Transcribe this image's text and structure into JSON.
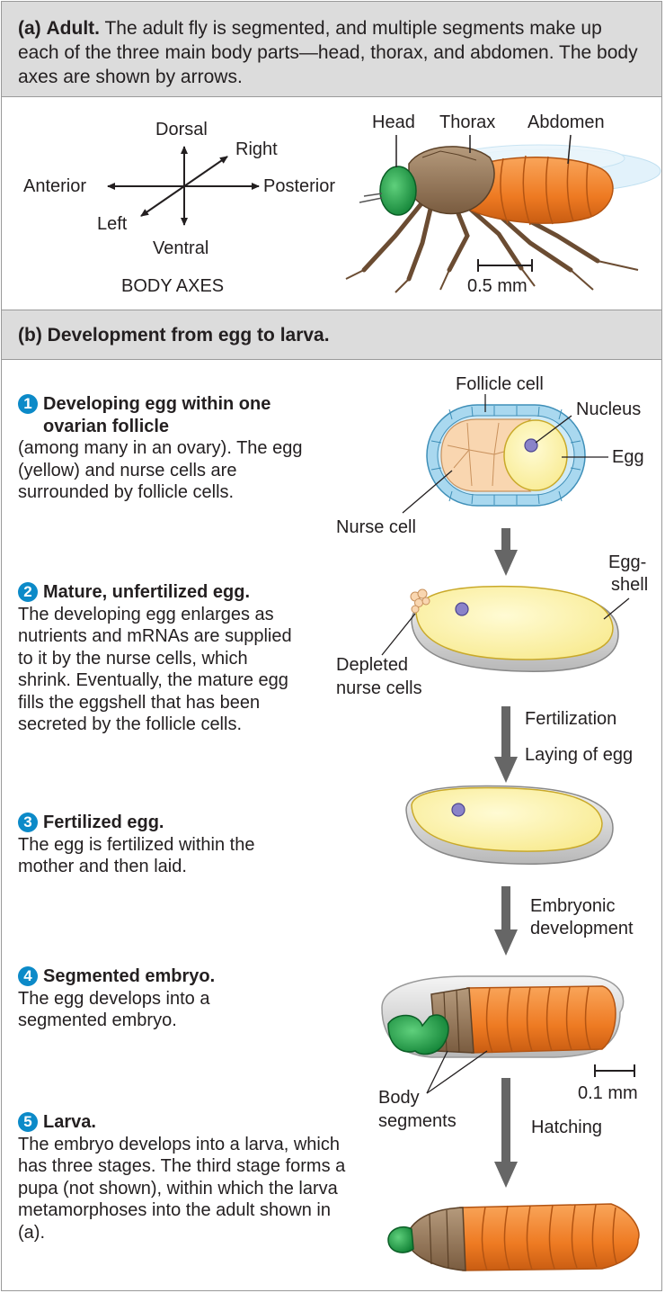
{
  "panel_a": {
    "label": "(a)",
    "title": "Adult.",
    "text": "The adult fly is segmented, and multiple segments make up each of the three main body parts—head, thorax, and abdomen. The body axes are shown by arrows.",
    "axes": {
      "dorsal": "Dorsal",
      "ventral": "Ventral",
      "anterior": "Anterior",
      "posterior": "Posterior",
      "right": "Right",
      "left": "Left",
      "caption": "BODY AXES"
    },
    "fly_labels": {
      "head": "Head",
      "thorax": "Thorax",
      "abdomen": "Abdomen"
    },
    "scale": "0.5 mm"
  },
  "panel_b": {
    "label": "(b)",
    "title": "Development from egg to larva.",
    "steps": [
      {
        "num": "1",
        "title": "Developing egg within one ovarian follicle",
        "text": "(among many in an ovary). The egg (yellow) and nurse cells are surrounded by follicle cells."
      },
      {
        "num": "2",
        "title": "Mature, unfertilized egg.",
        "text": "The developing egg enlarges as nutrients and mRNAs are supplied to it by the nurse cells, which shrink. Eventually, the mature egg fills the eggshell that has been secreted by the follicle cells."
      },
      {
        "num": "3",
        "title": "Fertilized egg.",
        "text": "The egg is fertilized within the mother and then laid."
      },
      {
        "num": "4",
        "title": "Segmented embryo.",
        "text": "The egg develops into a segmented embryo."
      },
      {
        "num": "5",
        "title": "Larva.",
        "text": "The embryo develops into a larva, which has three stages. The third stage forms a pupa (not shown), within which the larva metamorphoses into the adult shown in (a)."
      }
    ],
    "labels": {
      "follicle_cell": "Follicle cell",
      "nucleus": "Nucleus",
      "egg": "Egg",
      "nurse_cell": "Nurse cell",
      "eggshell_1": "Egg-",
      "eggshell_2": "shell",
      "depleted_1": "Depleted",
      "depleted_2": "nurse cells",
      "fertilization": "Fertilization",
      "laying": "Laying of egg",
      "embryonic_1": "Embryonic",
      "embryonic_2": "development",
      "body_1": "Body",
      "body_2": "segments",
      "scale": "0.1 mm",
      "hatching": "Hatching"
    }
  },
  "colors": {
    "header_bg": "#dcdcdc",
    "bullet": "#0c8ac8",
    "egg_yellow": "#fdf3a8",
    "nurse": "#f9d6b0",
    "follicle": "#a9d8ef",
    "orange": "#f07f2c",
    "brown": "#9b7b5b",
    "green": "#1aa04a",
    "arrow_gray": "#666666"
  }
}
